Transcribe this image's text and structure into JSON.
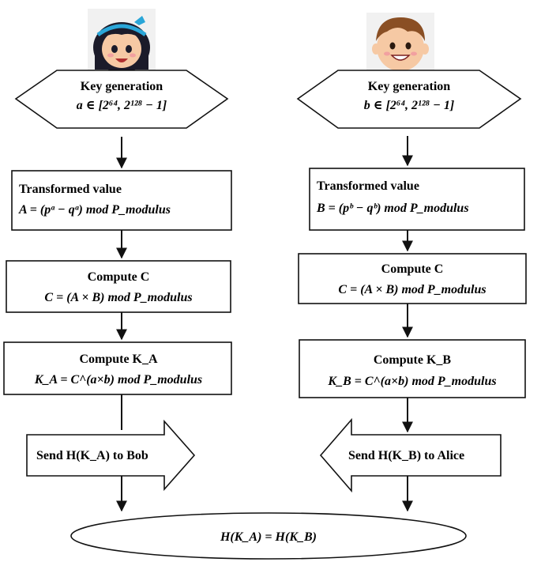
{
  "left": {
    "keygen": {
      "title": "Key generation",
      "formula": "a ∈ [2⁶⁴, 2¹²⁸ − 1]"
    },
    "transformed": {
      "title": "Transformed value",
      "formula": "A = (pᵃ − qᵃ) mod P_modulus"
    },
    "compute_c": {
      "title": "Compute C",
      "formula": "C = (A × B) mod P_modulus"
    },
    "compute_k": {
      "title": "Compute K_A",
      "formula": "K_A = C^(a×b) mod P_modulus"
    },
    "send": {
      "label": "Send  H(K_A) to Bob"
    }
  },
  "right": {
    "keygen": {
      "title": "Key generation",
      "formula": "b ∈ [2⁶⁴, 2¹²⁸ − 1]"
    },
    "transformed": {
      "title": "Transformed value",
      "formula": "B = (pᵇ − qᵇ) mod P_modulus"
    },
    "compute_c": {
      "title": "Compute C",
      "formula": "C = (A × B)  mod P_modulus"
    },
    "compute_k": {
      "title": "Compute K_B",
      "formula": "K_B = C^(a×b) mod P_modulus"
    },
    "send": {
      "label": "Send   H(K_B) to Alice"
    }
  },
  "result": {
    "formula": "H(K_A) = H(K_B)"
  },
  "icons": {
    "left_avatar": "girl-avatar-icon",
    "right_avatar": "boy-avatar-icon"
  },
  "colors": {
    "stroke": "#111111",
    "fill": "#ffffff",
    "girl_hair": "#1b1b2a",
    "girl_band": "#2aa6d8",
    "boy_hair": "#8a4f24",
    "skin": "#f6c9a4"
  }
}
